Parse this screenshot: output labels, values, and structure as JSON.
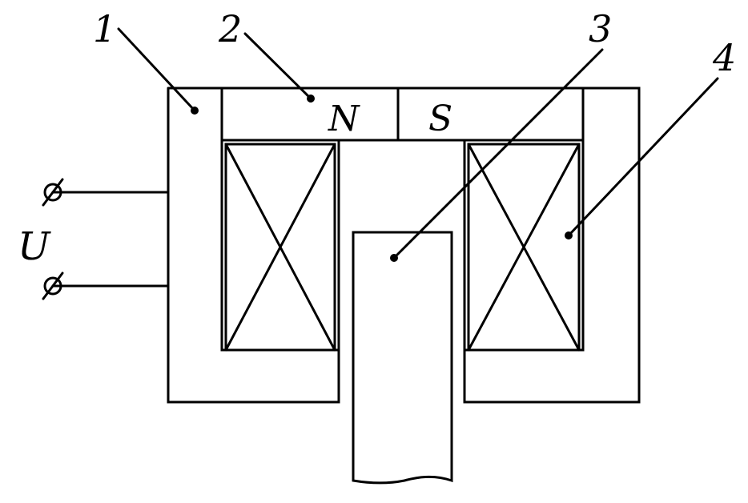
{
  "labels": {
    "part_1": "1",
    "part_2": "2",
    "part_3": "3",
    "part_4": "4",
    "pole_north": "N",
    "pole_south": "S",
    "voltage": "U"
  },
  "colors": {
    "line": "#000000",
    "background": "#ffffff"
  },
  "icons": {
    "terminal": "terminal-circle-slash-icon"
  }
}
